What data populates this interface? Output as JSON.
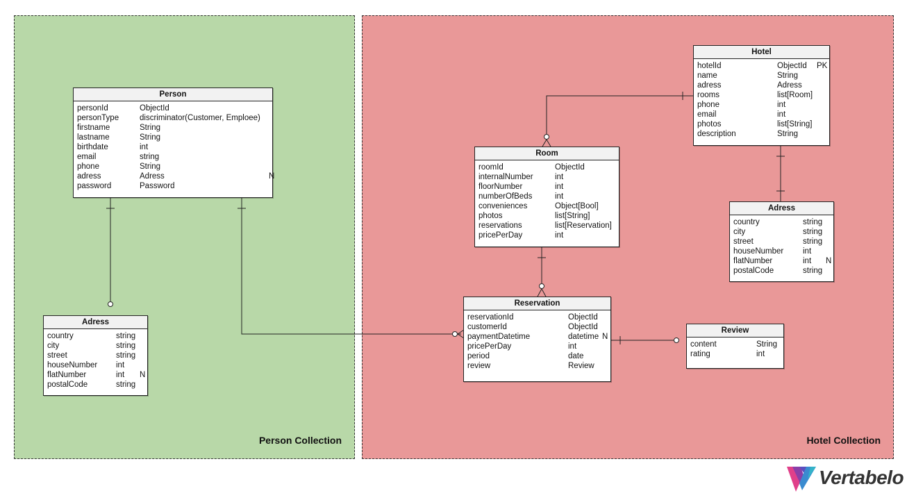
{
  "colors": {
    "person_zone": "#b8d8a8",
    "hotel_zone": "#e99898",
    "line": "#222222"
  },
  "zones": {
    "person": {
      "title": "Person Collection"
    },
    "hotel": {
      "title": "Hotel Collection"
    }
  },
  "entities": {
    "person": {
      "title": "Person",
      "rows": [
        {
          "name": "personId",
          "type": "ObjectId",
          "flag": ""
        },
        {
          "name": "personType",
          "type": "discriminator(Customer, Emploee)",
          "flag": ""
        },
        {
          "name": "firstname",
          "type": "String",
          "flag": ""
        },
        {
          "name": "lastname",
          "type": "String",
          "flag": ""
        },
        {
          "name": "birthdate",
          "type": "int",
          "flag": ""
        },
        {
          "name": "email",
          "type": "string",
          "flag": ""
        },
        {
          "name": "phone",
          "type": "String",
          "flag": ""
        },
        {
          "name": "adress",
          "type": "Adress",
          "flag": "N"
        },
        {
          "name": "password",
          "type": "Password",
          "flag": ""
        }
      ]
    },
    "person_adress": {
      "title": "Adress",
      "rows": [
        {
          "name": "country",
          "type": "string",
          "flag": ""
        },
        {
          "name": "city",
          "type": "string",
          "flag": ""
        },
        {
          "name": "street",
          "type": "string",
          "flag": ""
        },
        {
          "name": "houseNumber",
          "type": "int",
          "flag": ""
        },
        {
          "name": "flatNumber",
          "type": "int",
          "flag": "N"
        },
        {
          "name": "postalCode",
          "type": "string",
          "flag": ""
        }
      ]
    },
    "hotel": {
      "title": "Hotel",
      "rows": [
        {
          "name": "hotelId",
          "type": "ObjectId",
          "flag": "PK"
        },
        {
          "name": "name",
          "type": "String",
          "flag": ""
        },
        {
          "name": "adress",
          "type": "Adress",
          "flag": ""
        },
        {
          "name": "rooms",
          "type": "list[Room]",
          "flag": ""
        },
        {
          "name": "phone",
          "type": "int",
          "flag": ""
        },
        {
          "name": "email",
          "type": "int",
          "flag": ""
        },
        {
          "name": "photos",
          "type": "list[String]",
          "flag": ""
        },
        {
          "name": "description",
          "type": "String",
          "flag": ""
        }
      ]
    },
    "room": {
      "title": "Room",
      "rows": [
        {
          "name": "roomId",
          "type": "ObjectId",
          "flag": ""
        },
        {
          "name": "internalNumber",
          "type": "int",
          "flag": ""
        },
        {
          "name": "floorNumber",
          "type": "int",
          "flag": ""
        },
        {
          "name": "numberOfBeds",
          "type": "int",
          "flag": ""
        },
        {
          "name": "conveniences",
          "type": "Object[Bool]",
          "flag": ""
        },
        {
          "name": "photos",
          "type": "list[String]",
          "flag": ""
        },
        {
          "name": "reservations",
          "type": "list[Reservation]",
          "flag": ""
        },
        {
          "name": "pricePerDay",
          "type": "int",
          "flag": ""
        }
      ]
    },
    "hotel_adress": {
      "title": "Adress",
      "rows": [
        {
          "name": "country",
          "type": "string",
          "flag": ""
        },
        {
          "name": "city",
          "type": "string",
          "flag": ""
        },
        {
          "name": "street",
          "type": "string",
          "flag": ""
        },
        {
          "name": "houseNumber",
          "type": "int",
          "flag": ""
        },
        {
          "name": "flatNumber",
          "type": "int",
          "flag": "N"
        },
        {
          "name": "postalCode",
          "type": "string",
          "flag": ""
        }
      ]
    },
    "reservation": {
      "title": "Reservation",
      "rows": [
        {
          "name": "reservationId",
          "type": "ObjectId",
          "flag": ""
        },
        {
          "name": "customerId",
          "type": "ObjectId",
          "flag": ""
        },
        {
          "name": "paymentDatetime",
          "type": "datetime",
          "flag": "N"
        },
        {
          "name": "pricePerDay",
          "type": "int",
          "flag": ""
        },
        {
          "name": "period",
          "type": "date",
          "flag": ""
        },
        {
          "name": "review",
          "type": "Review",
          "flag": ""
        }
      ]
    },
    "review": {
      "title": "Review",
      "rows": [
        {
          "name": "content",
          "type": "String",
          "flag": ""
        },
        {
          "name": "rating",
          "type": "int",
          "flag": ""
        }
      ]
    }
  },
  "logo": {
    "text": "Vertabelo"
  }
}
